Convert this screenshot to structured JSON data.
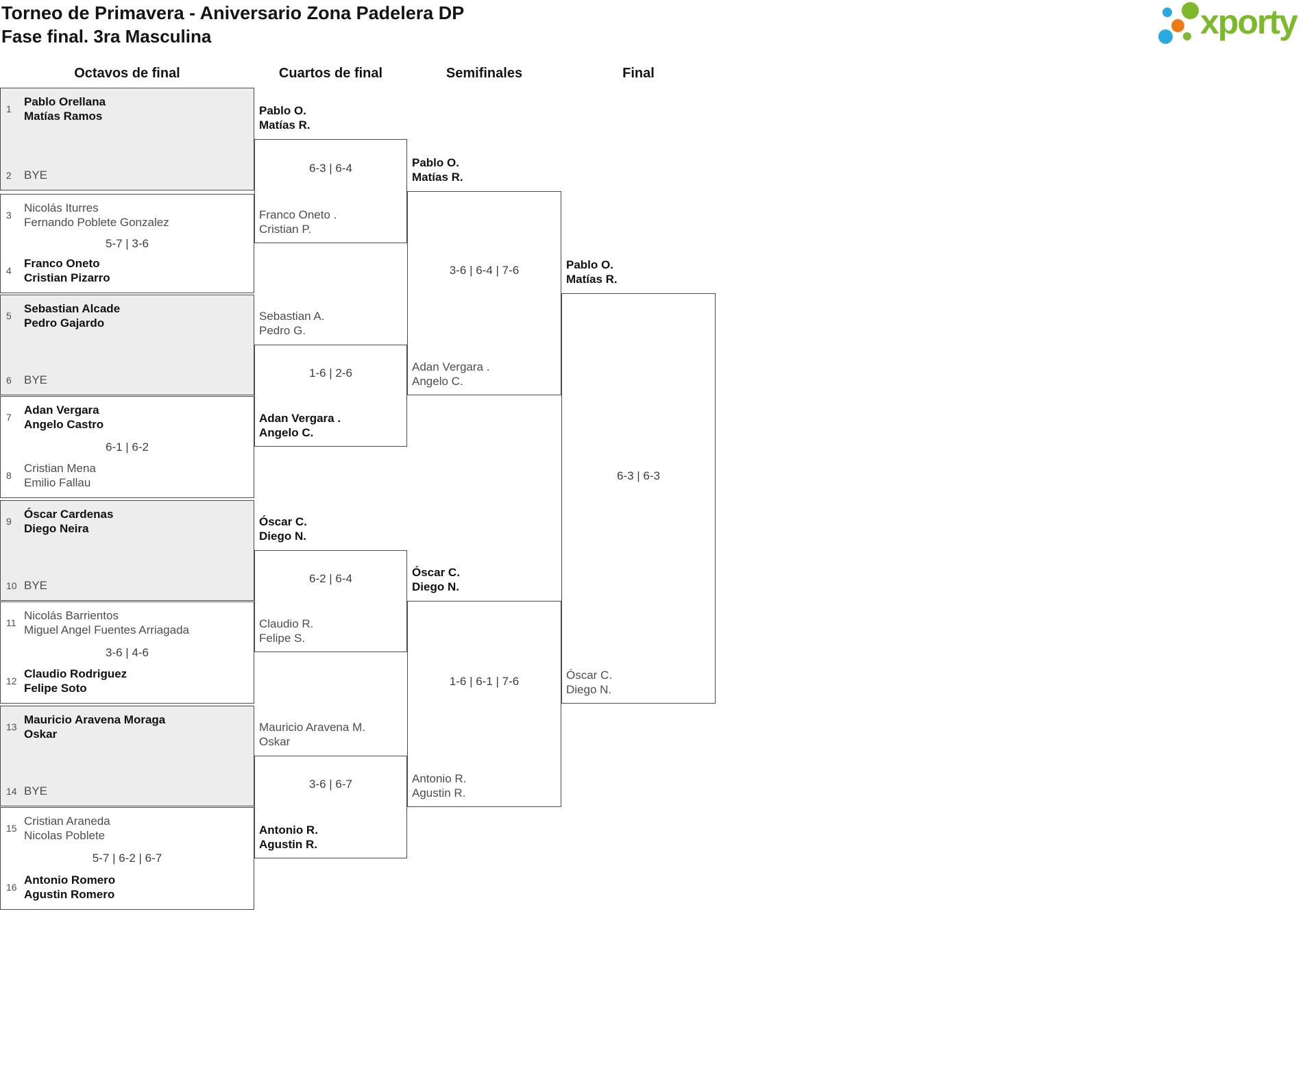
{
  "header": {
    "title": "Torneo de Primavera - Aniversario Zona Padelera DP",
    "subtitle": "Fase final. 3ra Masculina",
    "logo": {
      "text": "xporty",
      "green": "#7cb92c",
      "blue": "#2aa9e0",
      "orange": "#ec7b17"
    }
  },
  "colors": {
    "winner_text": "#111111",
    "regular_text": "#4d4d4d",
    "border": "#4a4a4a",
    "shaded_match_bg": "#ededed"
  },
  "round_headers": [
    "Octavos de final",
    "Cuartos de final",
    "Semifinales",
    "Final"
  ],
  "octavos": [
    {
      "seed_a": "1",
      "a1": "Pablo Orellana",
      "a2": "Matías Ramos",
      "seed_b": "2",
      "b1": "BYE",
      "b2": "",
      "score": ""
    },
    {
      "seed_a": "3",
      "a1": "Nicolás Iturres",
      "a2": "Fernando Poblete Gonzalez",
      "seed_b": "4",
      "b1": "Franco Oneto",
      "b2": "Cristian Pizarro",
      "score": "5-7 | 3-6"
    },
    {
      "seed_a": "5",
      "a1": "Sebastian Alcade",
      "a2": "Pedro Gajardo",
      "seed_b": "6",
      "b1": "BYE",
      "b2": "",
      "score": ""
    },
    {
      "seed_a": "7",
      "a1": "Adan Vergara",
      "a2": "Angelo Castro",
      "seed_b": "8",
      "b1": "Cristian Mena",
      "b2": "Emilio Fallau",
      "score": "6-1 | 6-2"
    },
    {
      "seed_a": "9",
      "a1": "Óscar Cardenas",
      "a2": "Diego Neira",
      "seed_b": "10",
      "b1": "BYE",
      "b2": "",
      "score": ""
    },
    {
      "seed_a": "11",
      "a1": "Nicolás Barrientos",
      "a2": "Miguel Angel Fuentes Arriagada",
      "seed_b": "12",
      "b1": "Claudio Rodriguez",
      "b2": "Felipe Soto",
      "score": "3-6 | 4-6"
    },
    {
      "seed_a": "13",
      "a1": "Mauricio Aravena Moraga",
      "a2": "Oskar",
      "seed_b": "14",
      "b1": "BYE",
      "b2": "",
      "score": ""
    },
    {
      "seed_a": "15",
      "a1": "Cristian Araneda",
      "a2": "Nicolas Poblete",
      "seed_b": "16",
      "b1": "Antonio Romero",
      "b2": "Agustin Romero",
      "score": "5-7 | 6-2 | 6-7"
    }
  ],
  "cuartos": [
    {
      "a1": "Pablo O.",
      "a2": "Matías R.",
      "b1": "Franco Oneto .",
      "b2": "Cristian P.",
      "score": "6-3 | 6-4"
    },
    {
      "a1": "Sebastian A.",
      "a2": "Pedro G.",
      "b1": "Adan Vergara .",
      "b2": "Angelo C.",
      "score": "1-6 | 2-6"
    },
    {
      "a1": "Óscar C.",
      "a2": "Diego N.",
      "b1": "Claudio R.",
      "b2": "Felipe S.",
      "score": "6-2 | 6-4"
    },
    {
      "a1": "Mauricio Aravena M.",
      "a2": "Oskar",
      "b1": "Antonio R.",
      "b2": "Agustin R.",
      "score": "3-6 | 6-7"
    }
  ],
  "semifinales": [
    {
      "a1": "Pablo O.",
      "a2": "Matías R.",
      "b1": "Adan Vergara .",
      "b2": "Angelo C.",
      "score": "3-6 | 6-4 | 7-6"
    },
    {
      "a1": "Óscar C.",
      "a2": "Diego N.",
      "b1": "Antonio R.",
      "b2": "Agustin R.",
      "score": "1-6 | 6-1 | 7-6"
    }
  ],
  "final": [
    {
      "a1": "Pablo O.",
      "a2": "Matías R.",
      "b1": "Óscar C.",
      "b2": "Diego N.",
      "score": "6-3 | 6-3"
    }
  ]
}
